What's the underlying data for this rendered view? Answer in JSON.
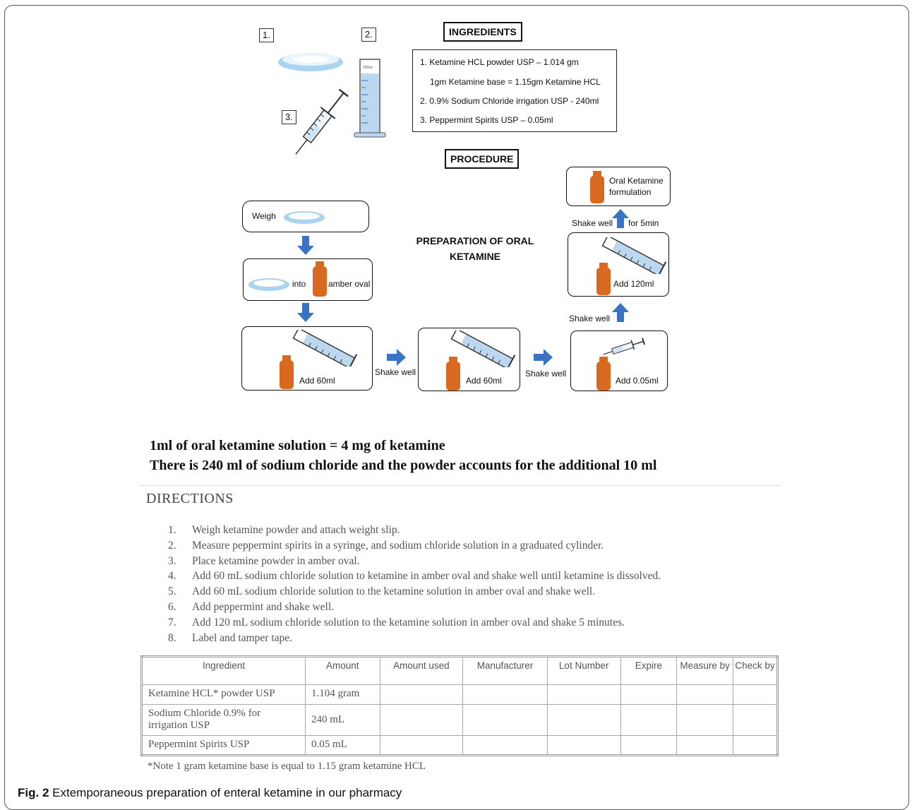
{
  "figure": {
    "labels": {
      "one": "1.",
      "two": "2.",
      "three": "3.",
      "cylinder_mark": "250ml"
    },
    "ingredients": {
      "heading": "INGREDIENTS",
      "lines": [
        "1. Ketamine HCL powder USP – 1.014 gm",
        "1gm Ketamine base = 1.15gm Ketamine HCL",
        "2. 0.9% Sodium Chloride irrigation USP - 240ml",
        "3. Peppermint Spirits USP – 0.05ml"
      ]
    },
    "procedure": {
      "heading": "PROCEDURE",
      "title_line1": "PREPARATION OF ORAL",
      "title_line2": "KETAMINE",
      "weigh": "Weigh",
      "into": "into",
      "amber_oval": "amber oval",
      "add_60_a": "Add 60ml",
      "add_60_b": "Add 60ml",
      "add_005": "Add 0.05ml",
      "add_120": "Add 120ml",
      "shake_well_1": "Shake well",
      "shake_well_2": "Shake well",
      "shake_well_3": "Shake well",
      "shake_well_4": "Shake well",
      "for_5min": "for 5min",
      "final_line1": "Oral Ketamine",
      "final_line2": "formulation"
    },
    "note_line1": "1ml of oral ketamine solution = 4 mg of ketamine",
    "note_line2": "There is 240 ml of sodium chloride and the powder accounts for the additional 10 ml"
  },
  "directions": {
    "title": "DIRECTIONS",
    "items": [
      {
        "n": "1.",
        "text": "Weigh ketamine powder and attach weight slip."
      },
      {
        "n": "2.",
        "text": "Measure peppermint spirits in a syringe, and sodium chloride solution in a graduated cylinder."
      },
      {
        "n": "3.",
        "text": "Place ketamine powder in amber oval."
      },
      {
        "n": "4.",
        "text": "Add 60 mL  sodium chloride solution to ketamine in amber oval and shake well until ketamine is dissolved."
      },
      {
        "n": "5.",
        "text": "Add 60 mL sodium chloride solution to the ketamine solution in amber oval and shake well."
      },
      {
        "n": "6.",
        "text": "Add peppermint and shake well."
      },
      {
        "n": "7.",
        "text": "Add 120 mL sodium chloride solution to the ketamine solution in amber oval and shake 5 minutes."
      },
      {
        "n": "8.",
        "text": "Label and tamper tape."
      }
    ]
  },
  "log_table": {
    "headers": [
      "Ingredient",
      "Amount",
      "Amount used",
      "Manufacturer",
      "Lot Number",
      "Expire",
      "Measure by",
      "Check by"
    ],
    "rows": [
      {
        "ingredient": "Ketamine HCL* powder USP",
        "amount": "1.104 gram"
      },
      {
        "ingredient": "Sodium Chloride 0.9% for irrigation USP",
        "amount": "240 mL"
      },
      {
        "ingredient": "Peppermint Spirits USP",
        "amount": "0.05 mL"
      }
    ],
    "footnote": "*Note 1 gram ketamine base is equal to 1.15 gram ketamine HCL"
  },
  "caption": {
    "label": "Fig. 2",
    "text": "Extemporaneous preparation of enteral ketamine in our pharmacy"
  },
  "colors": {
    "amber": "#d9691e",
    "dish": "#a9d3ee",
    "arrow": "#3a72c4",
    "liquid": "#bcd8f0"
  }
}
